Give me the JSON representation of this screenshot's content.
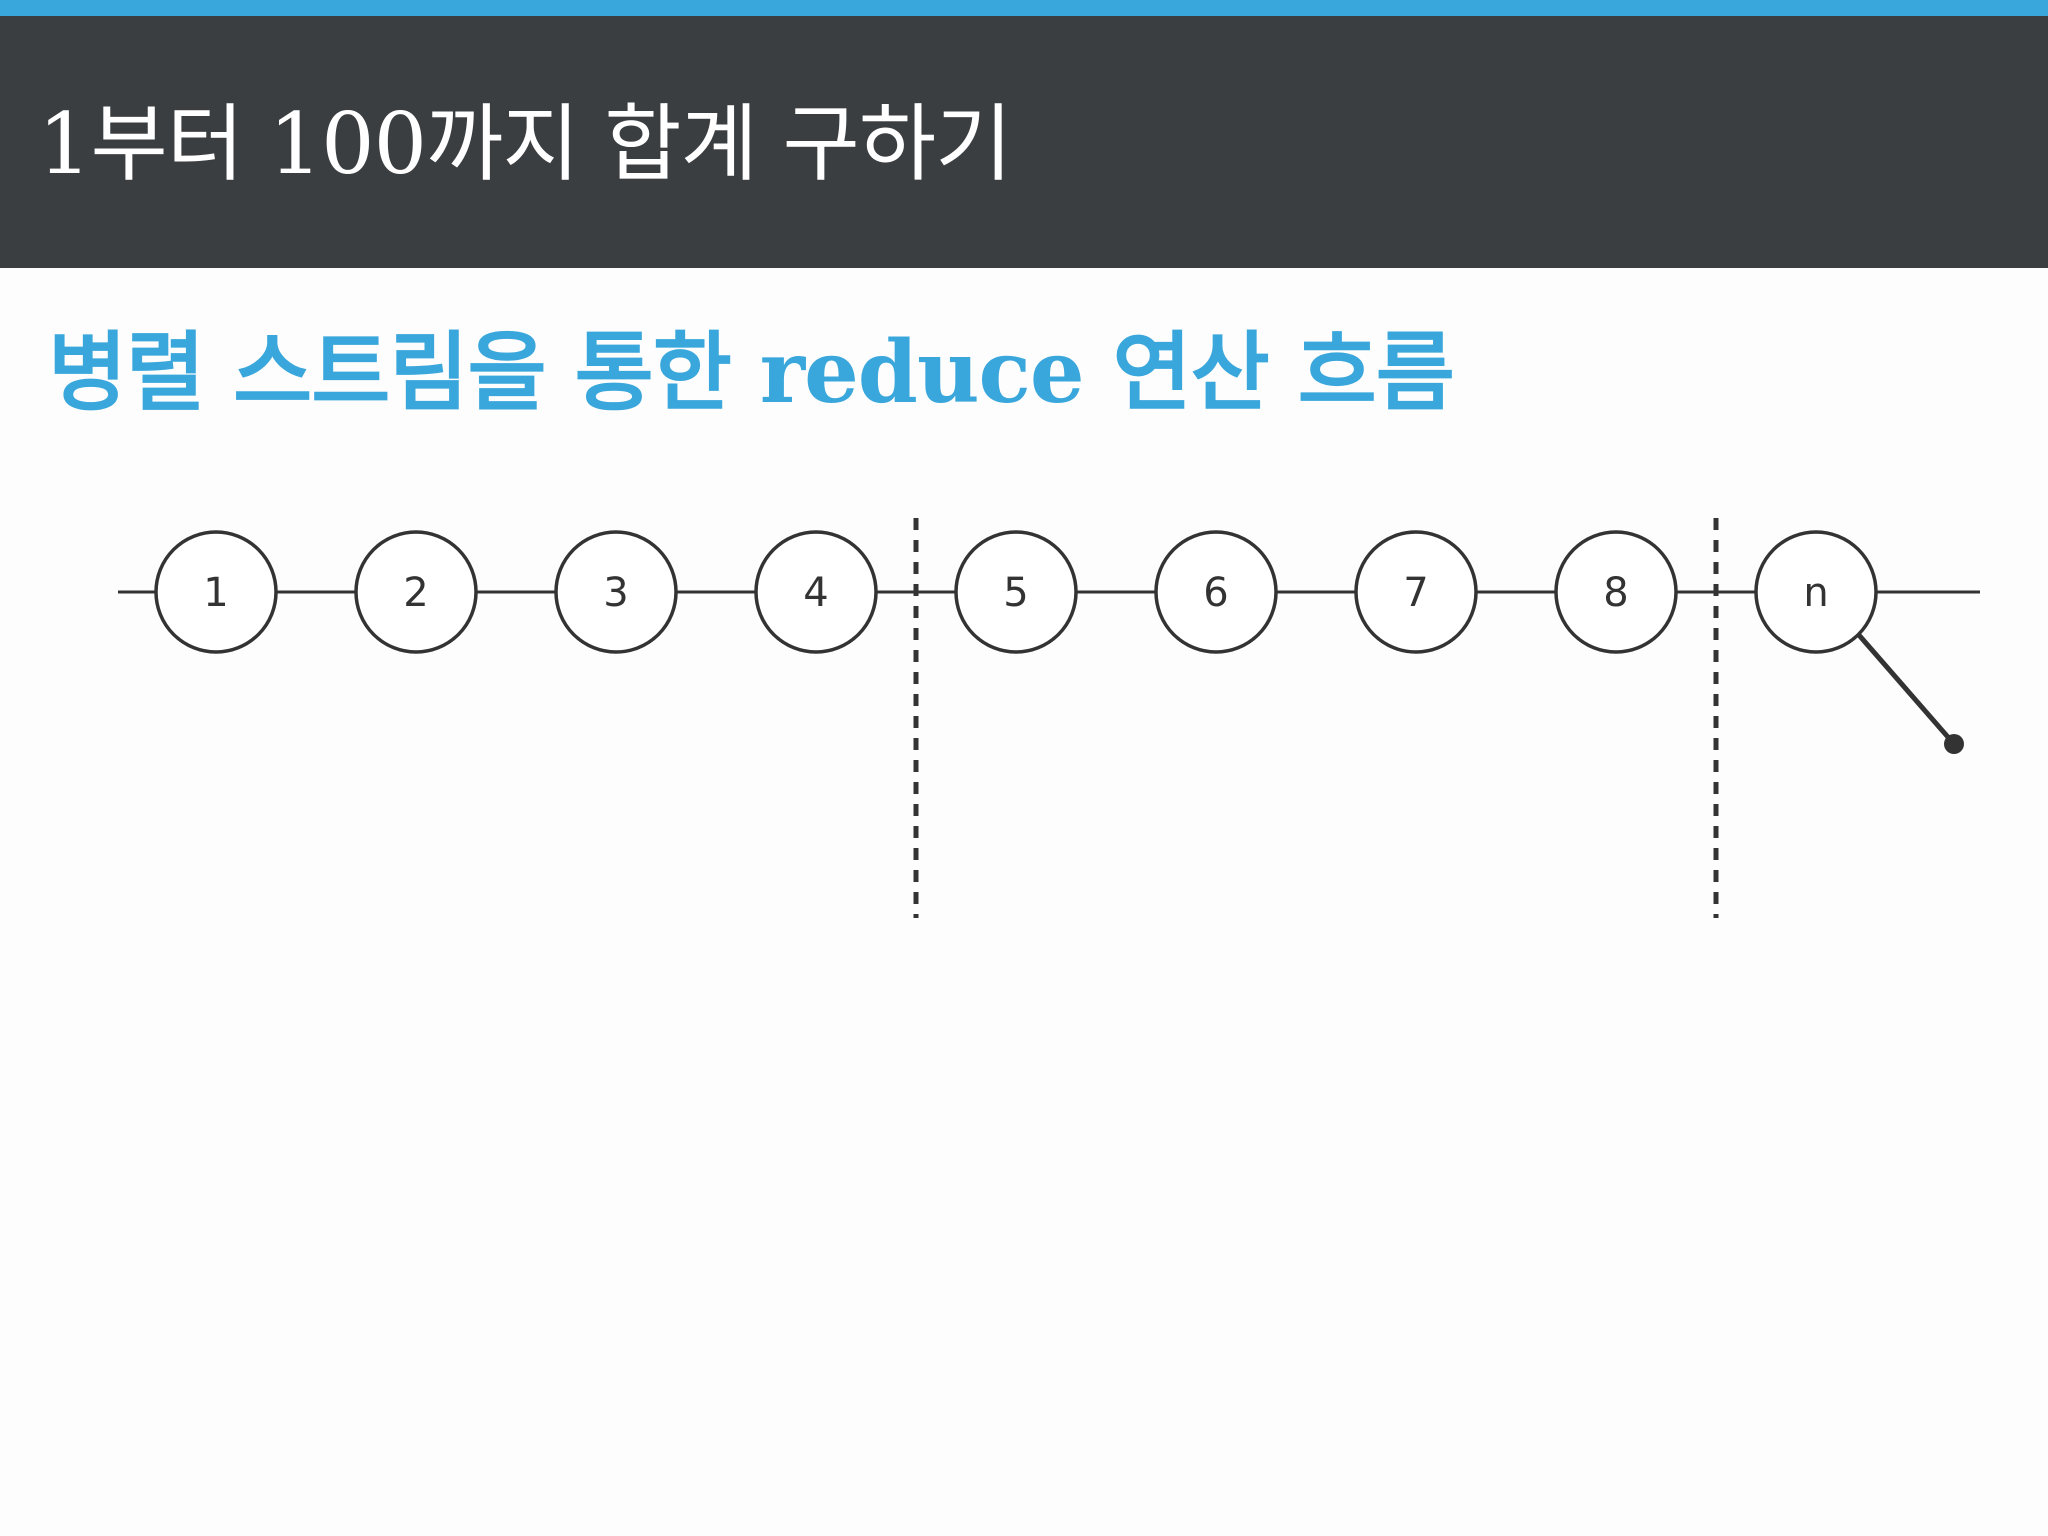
{
  "slide": {
    "title": "1부터 100까지 합계 구하기",
    "subtitle": "병렬 스트림을 통한 reduce 연산 흐름"
  },
  "diagram": {
    "nodes": [
      "1",
      "2",
      "3",
      "4",
      "5",
      "6",
      "7",
      "8",
      "n"
    ],
    "partition_after": [
      4,
      8
    ],
    "colors": {
      "accent": "#3aa7dc",
      "header": "#3b3e41",
      "line": "#333333",
      "node_fill": "#ffffff"
    }
  }
}
